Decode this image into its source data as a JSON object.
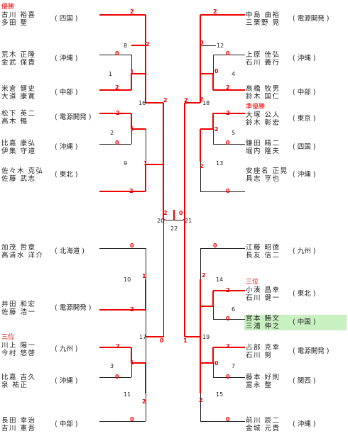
{
  "left": [
    {
      "p1": "古川 裕喜",
      "p2": "多田 聖",
      "region": "四国",
      "badge": "優勝"
    },
    {
      "p1": "荒木 正隆",
      "p2": "金武 保貴",
      "region": "沖縄"
    },
    {
      "p1": "米倉 健史",
      "p2": "大道 康寛",
      "region": "中部"
    },
    {
      "p1": "松下 英二",
      "p2": "高木 暢",
      "region": "電源開発"
    },
    {
      "p1": "比嘉 康弘",
      "p2": "伊集 守道",
      "region": "沖縄"
    },
    {
      "p1": "佐々木 克弘",
      "p2": "佐藤 武志",
      "region": "東北"
    },
    {
      "p1": "加茂 哲章",
      "p2": "高清水 洋介",
      "region": "北海道"
    },
    {
      "p1": "井田 和宏",
      "p2": "佐藤 浩一",
      "region": "電源開発"
    },
    {
      "p1": "川上 陽一",
      "p2": "今村 悠啓",
      "region": "九州",
      "badge": "三位"
    },
    {
      "p1": "比嘉 吉久",
      "p2": "泉 祐正",
      "region": "沖縄"
    },
    {
      "p1": "長田 幸治",
      "p2": "吉川 憲吾",
      "region": "中部"
    }
  ],
  "right": [
    {
      "p1": "中島 由裕",
      "p2": "三栗野 晃",
      "region": "電源開発"
    },
    {
      "p1": "上原 佳弘",
      "p2": "石川 義行",
      "region": "沖縄"
    },
    {
      "p1": "高橋 牧男",
      "p2": "鈴木 国仁",
      "region": "中部"
    },
    {
      "p1": "大塚 公人",
      "p2": "鈴木 彰宏",
      "region": "東京",
      "badge": "準優勝"
    },
    {
      "p1": "鎌田 精二",
      "p2": "堀内 隆夫",
      "region": "四国"
    },
    {
      "p1": "安座名 正晃",
      "p2": "具志 亨也",
      "region": "沖縄"
    },
    {
      "p1": "江藤 昭徳",
      "p2": "長友 信二",
      "region": "九州"
    },
    {
      "p1": "小湊 昌幸",
      "p2": "石川 健一",
      "region": "東北",
      "badge": "三位"
    },
    {
      "p1": "宮本 勝文",
      "p2": "三浦 伸之",
      "region": "中国"
    },
    {
      "p1": "占部 克幸",
      "p2": "石川 努",
      "region": "電源開発"
    },
    {
      "p1": "藤本 好則",
      "p2": "富永 整",
      "region": "関西"
    },
    {
      "p1": "前川 辰二",
      "p2": "金城 元貴",
      "region": "沖縄"
    }
  ],
  "match_numbers": [
    "1",
    "2",
    "3",
    "4",
    "5",
    "6",
    "7",
    "8",
    "9",
    "10",
    "11",
    "12",
    "13",
    "14",
    "15",
    "16",
    "17",
    "18",
    "19",
    "20",
    "21",
    "22"
  ],
  "scores": {
    "l1": "2",
    "l2a": "0",
    "l2b": "2",
    "l3a": "2",
    "l3b": "1",
    "l4": "2",
    "l5a": "0",
    "l5b": "1",
    "l6": "2",
    "l7": "0",
    "l8a": "1",
    "l8b": "2",
    "l9a": "2",
    "l9b": "1",
    "l10a": "0",
    "l10b": "2",
    "l11a": "0",
    "l11b": "2",
    "l12": "2",
    "l13a": "2",
    "l13b": "0",
    "l14": "2",
    "l15": "0",
    "r1": "2",
    "r2a": "0",
    "r2b": "2",
    "r3a": "2",
    "r3b": "0",
    "r4": "0",
    "r5a": "0",
    "r5b": "2",
    "r6": "0",
    "r7": "0",
    "r8a": "2",
    "r8b": "0",
    "r9a": "0",
    "r9b": "2",
    "r10a": "2",
    "r10b": "0",
    "r11": "0",
    "r12a": "0",
    "r12b": "2",
    "r13": "2",
    "r14": "1",
    "f1": "2",
    "f2": "0"
  }
}
